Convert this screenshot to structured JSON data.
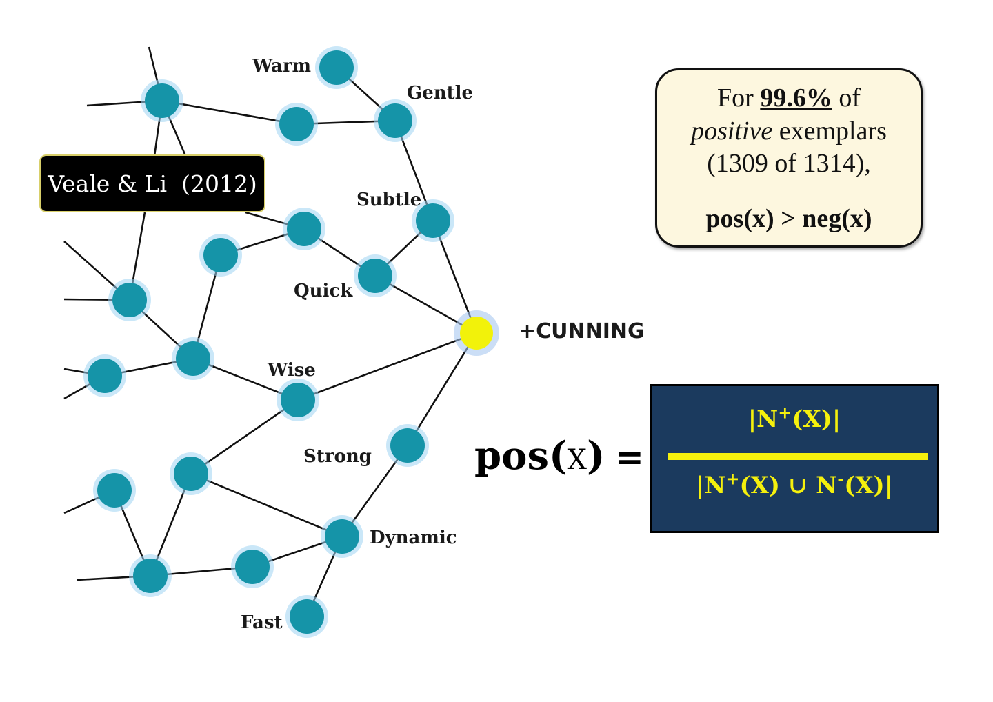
{
  "reference": "Veale & Li  (2012)",
  "target_label": "+CUNNING",
  "node_labels": {
    "warm": "Warm",
    "gentle": "Gentle",
    "subtle": "Subtle",
    "quick": "Quick",
    "wise": "Wise",
    "strong": "Strong",
    "dynamic": "Dynamic",
    "fast": "Fast"
  },
  "stats": {
    "line1_pre": "For",
    "line1_pct": "99.6%",
    "line1_post": "of",
    "line2_em": "positive",
    "line2_rest": "exemplars",
    "line3": "(1309 of 1314),",
    "line4": "pos(x) > neg(x)"
  },
  "formula": {
    "lhs_func": "pos",
    "lhs_open": "(",
    "lhs_arg": "X",
    "lhs_close": ")",
    "equals": "=",
    "num_pre": "|N",
    "num_sup": "+",
    "num_post": "(X)|",
    "den_pre": "|N",
    "den_sup1": "+",
    "den_mid": "(X) ∪ N",
    "den_sup2": "-",
    "den_post": "(X)|"
  },
  "colors": {
    "node": "#1594a8",
    "target_node": "#f2f20a",
    "formula_bg": "#1b3a5e",
    "formula_text": "#f5f00d",
    "stats_bg": "#fdf7df"
  }
}
